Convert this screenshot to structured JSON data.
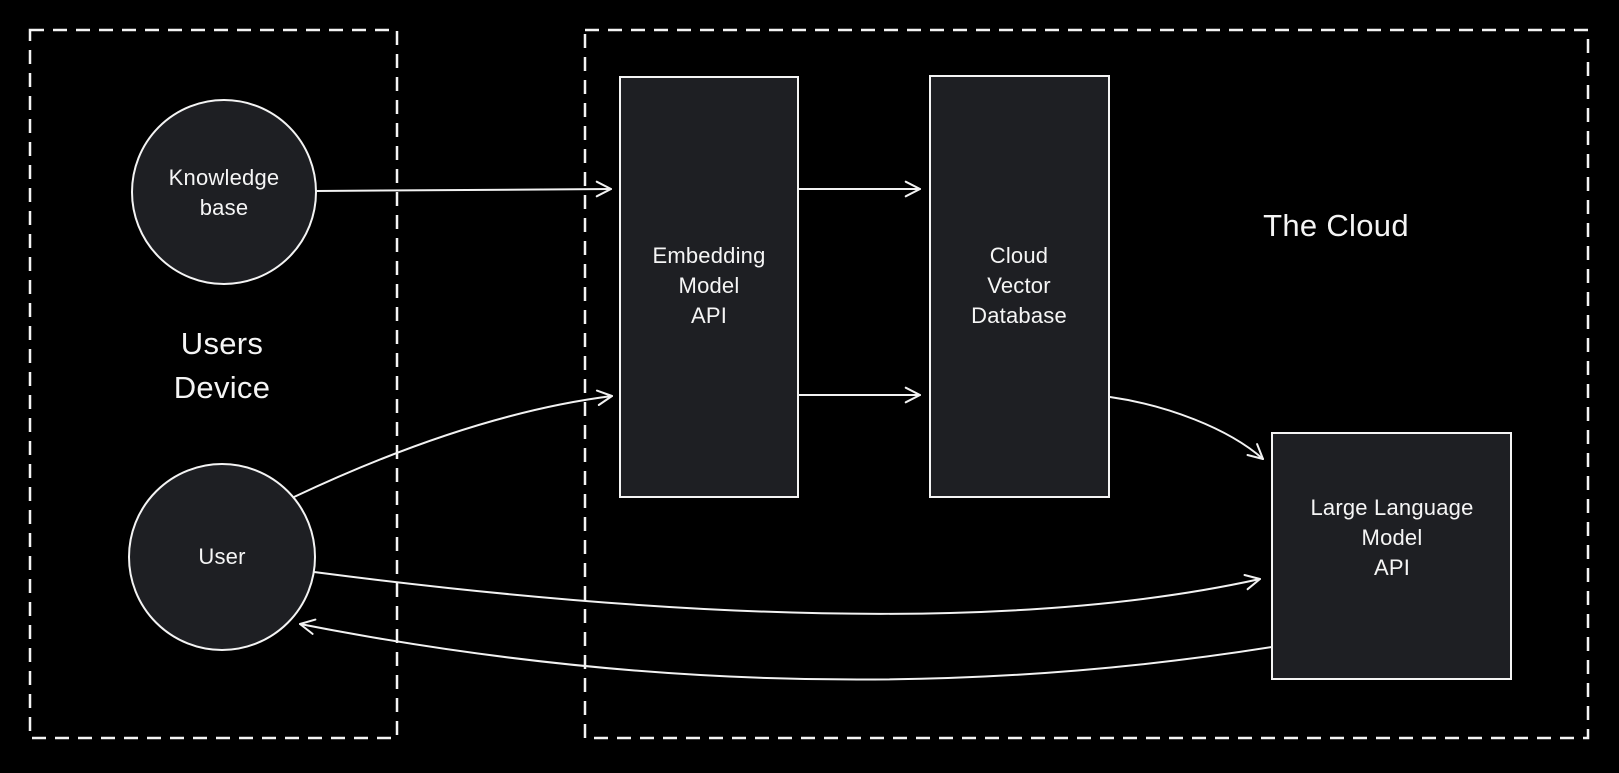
{
  "diagram": {
    "type": "architecture-diagram",
    "description": "RAG pipeline diagram: user device components sending data to cloud services"
  },
  "zones": [
    {
      "id": "users-device",
      "label": "Users\nDevice"
    },
    {
      "id": "the-cloud",
      "label": "The Cloud"
    }
  ],
  "nodes": [
    {
      "id": "knowledge-base",
      "label": "Knowledge\nbase",
      "shape": "circle",
      "zone": "users-device"
    },
    {
      "id": "user",
      "label": "User",
      "shape": "circle",
      "zone": "users-device"
    },
    {
      "id": "embedding-model-api",
      "label": "Embedding\nModel\nAPI",
      "shape": "rectangle",
      "zone": "the-cloud"
    },
    {
      "id": "cloud-vector-database",
      "label": "Cloud\nVector\nDatabase",
      "shape": "rectangle",
      "zone": "the-cloud"
    },
    {
      "id": "large-language-model-api",
      "label": "Large Language\nModel\nAPI",
      "shape": "rectangle",
      "zone": "the-cloud"
    }
  ],
  "edges": [
    {
      "from": "knowledge-base",
      "to": "embedding-model-api",
      "style": "straight-arrow"
    },
    {
      "from": "embedding-model-api",
      "to": "cloud-vector-database",
      "style": "straight-arrow",
      "position": "top"
    },
    {
      "from": "embedding-model-api",
      "to": "cloud-vector-database",
      "style": "straight-arrow",
      "position": "bottom"
    },
    {
      "from": "user",
      "to": "embedding-model-api",
      "style": "curved-arrow"
    },
    {
      "from": "cloud-vector-database",
      "to": "large-language-model-api",
      "style": "curved-arrow"
    },
    {
      "from": "user",
      "to": "large-language-model-api",
      "style": "curved-arrow"
    },
    {
      "from": "large-language-model-api",
      "to": "user",
      "style": "curved-arrow"
    }
  ],
  "colors": {
    "background": "#000000",
    "shape_fill": "#1e1f23",
    "stroke": "#f4f4f4",
    "text": "#f5f5f5"
  }
}
